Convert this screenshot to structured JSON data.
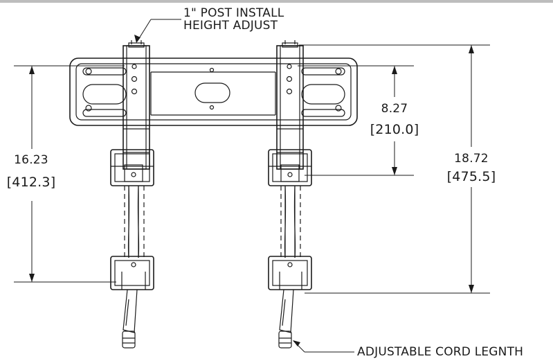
{
  "callouts": {
    "post_install": [
      "1\" POST INSTALL",
      "HEIGHT ADJUST"
    ],
    "cord": "ADJUSTABLE CORD LEGNTH"
  },
  "dimensions": {
    "left_overall": {
      "inch": "16.23",
      "mm": "[412.3]"
    },
    "center_hole": {
      "inch": "8.27",
      "mm": "[210.0]"
    },
    "right_overall": {
      "inch": "18.72",
      "mm": "[475.5]"
    }
  },
  "colors": {
    "line": "#1a1a1a",
    "top_rule": "#bdbdbd"
  }
}
